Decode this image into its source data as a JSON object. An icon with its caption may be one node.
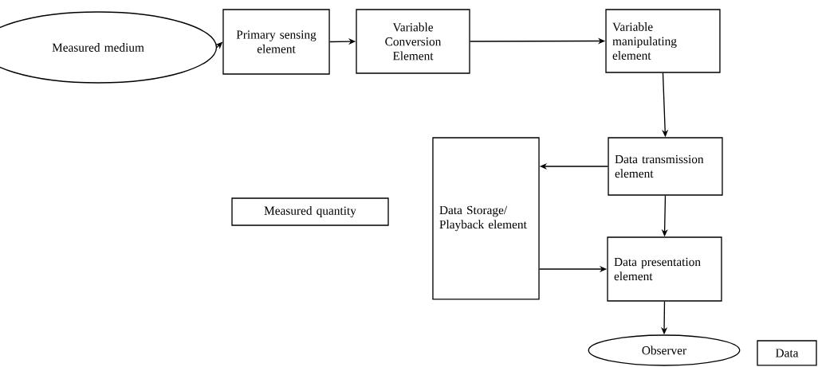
{
  "diagram": {
    "nodes": [
      {
        "text": [
          "Measured medium"
        ]
      },
      {
        "text": [
          "Primary sensing element"
        ]
      },
      {
        "text": [
          "Variable Conversion Element"
        ]
      },
      {
        "text": [
          "Variable manipulating element"
        ]
      },
      {
        "text": [
          "Data transmission element"
        ]
      },
      {
        "text": [
          "Data Storage/ Playback element"
        ]
      },
      {
        "text": [
          "Measured quantity"
        ]
      },
      {
        "text": [
          "Data presentation element"
        ]
      },
      {
        "text": [
          "Observer"
        ]
      },
      {
        "text": [
          "Data"
        ]
      }
    ],
    "edges": [
      {
        "from": 0,
        "to": 1,
        "arrow": "to"
      },
      {
        "from": 1,
        "to": 2,
        "arrow": "to"
      },
      {
        "from": 2,
        "to": 3,
        "arrow": "to"
      },
      {
        "from": 3,
        "to": 4,
        "arrow": "to"
      },
      {
        "from": 4,
        "to": 5,
        "arrow": "to"
      },
      {
        "from": 4,
        "to": 7,
        "arrow": "to"
      },
      {
        "from": 5,
        "to": 7,
        "arrow": "to"
      },
      {
        "from": 7,
        "to": 8,
        "arrow": "to"
      }
    ]
  }
}
